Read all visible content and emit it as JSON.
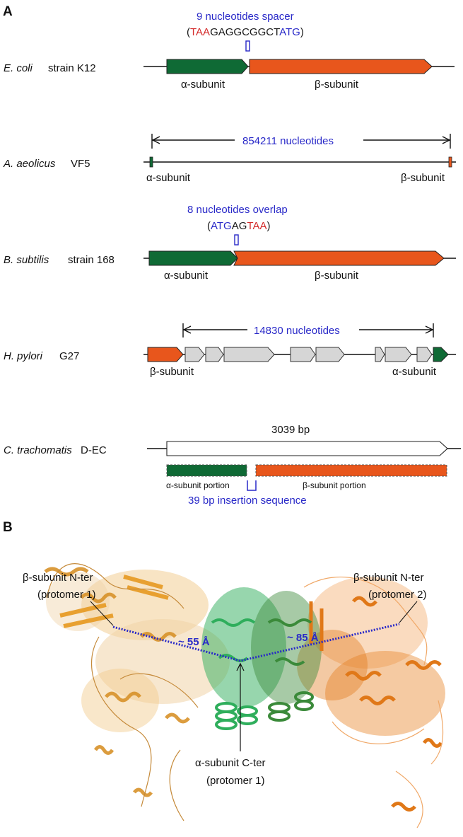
{
  "panel_a": {
    "label": "A",
    "rows": {
      "ecoli": {
        "org": "E. coli",
        "strain": "strain K12",
        "note": "9 nucleotides spacer",
        "seq_open": "(",
        "seq_stop": "TAA",
        "seq_mid": "GAGGCGGCT",
        "seq_start": "ATG",
        "seq_close": ")",
        "alpha": "α-subunit",
        "beta": "β-subunit"
      },
      "aeolicus": {
        "org": "A. aeolicus",
        "strain": "VF5",
        "distance": "854211 nucleotides",
        "alpha": "α-subunit",
        "beta": "β-subunit"
      },
      "subtilis": {
        "org": "B. subtilis",
        "strain": "strain 168",
        "note": "8 nucleotides overlap",
        "seq_open": "(",
        "seq_start": "ATG",
        "seq_mid": "AG",
        "seq_stop": "TAA",
        "seq_close": ")",
        "alpha": "α-subunit",
        "beta": "β-subunit"
      },
      "pylori": {
        "org": "H. pylori",
        "strain": "G27",
        "distance": "14830 nucleotides",
        "alpha": "α-subunit",
        "beta": "β-subunit"
      },
      "trachomatis": {
        "org": "C. trachomatis",
        "strain": "D-EC",
        "length": "3039 bp",
        "alpha": "α-subunit portion",
        "beta": "β-subunit portion",
        "insertion": "39 bp insertion sequence"
      }
    }
  },
  "panel_b": {
    "label": "B",
    "beta_nter_1": "β-subunit N-ter",
    "protomer_1": "(protomer 1)",
    "beta_nter_2": "β-subunit N-ter",
    "protomer_2": "(protomer 2)",
    "dist_left": "~ 55 Å",
    "dist_right": "~ 85 Å",
    "alpha_cter": "α-subunit C-ter",
    "alpha_cter_protomer": "(protomer 1)"
  },
  "colors": {
    "alpha_green": "#0f6a35",
    "beta_orange": "#e8561c",
    "gene_grey": "#d6d6d6",
    "annotation_blue": "#2929c8",
    "stop_red": "#d42a2a",
    "protein_gold": "#e8a030",
    "protein_orange": "#e07818",
    "protein_green": "#2fae5c",
    "protein_darkgreen": "#3b8a3a"
  }
}
